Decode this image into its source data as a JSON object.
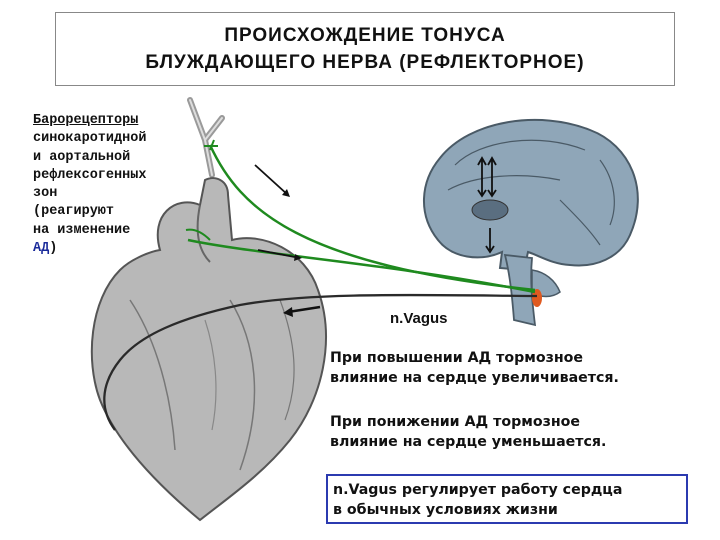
{
  "title": {
    "line1": "ПРОИСХОЖДЕНИЕ ТОНУСА",
    "line2": "БЛУЖДАЮЩЕГО НЕРВА (РЕФЛЕКТОРНОЕ)"
  },
  "baroreceptors": {
    "line1": "Барорецепторы",
    "line2": "синокаротидной",
    "line3": "и аортальной",
    "line4": "рефлексогенных",
    "line5": "зон",
    "line6": "(реагируют",
    "line7": "на изменение",
    "line8_abbr": "АД",
    "line8_tail": ")"
  },
  "nerve_label": "n.Vagus",
  "increase": {
    "line1": "При повышении АД тормозное",
    "line2": "влияние на сердце увеличивается."
  },
  "decrease": {
    "line1": "При понижении АД тормозное",
    "line2": "влияние на сердце уменьшается."
  },
  "summary": {
    "line1": "n.Vagus регулирует работу сердца",
    "line2": "в обычных условиях жизни"
  },
  "colors": {
    "afferent": "#1f8a1f",
    "efferent": "#2a2a2a",
    "brain": "#8fa6b8",
    "heart": "#b8b8b8",
    "box_border": "#2b3ab0",
    "nucleus": "#e05a20"
  }
}
